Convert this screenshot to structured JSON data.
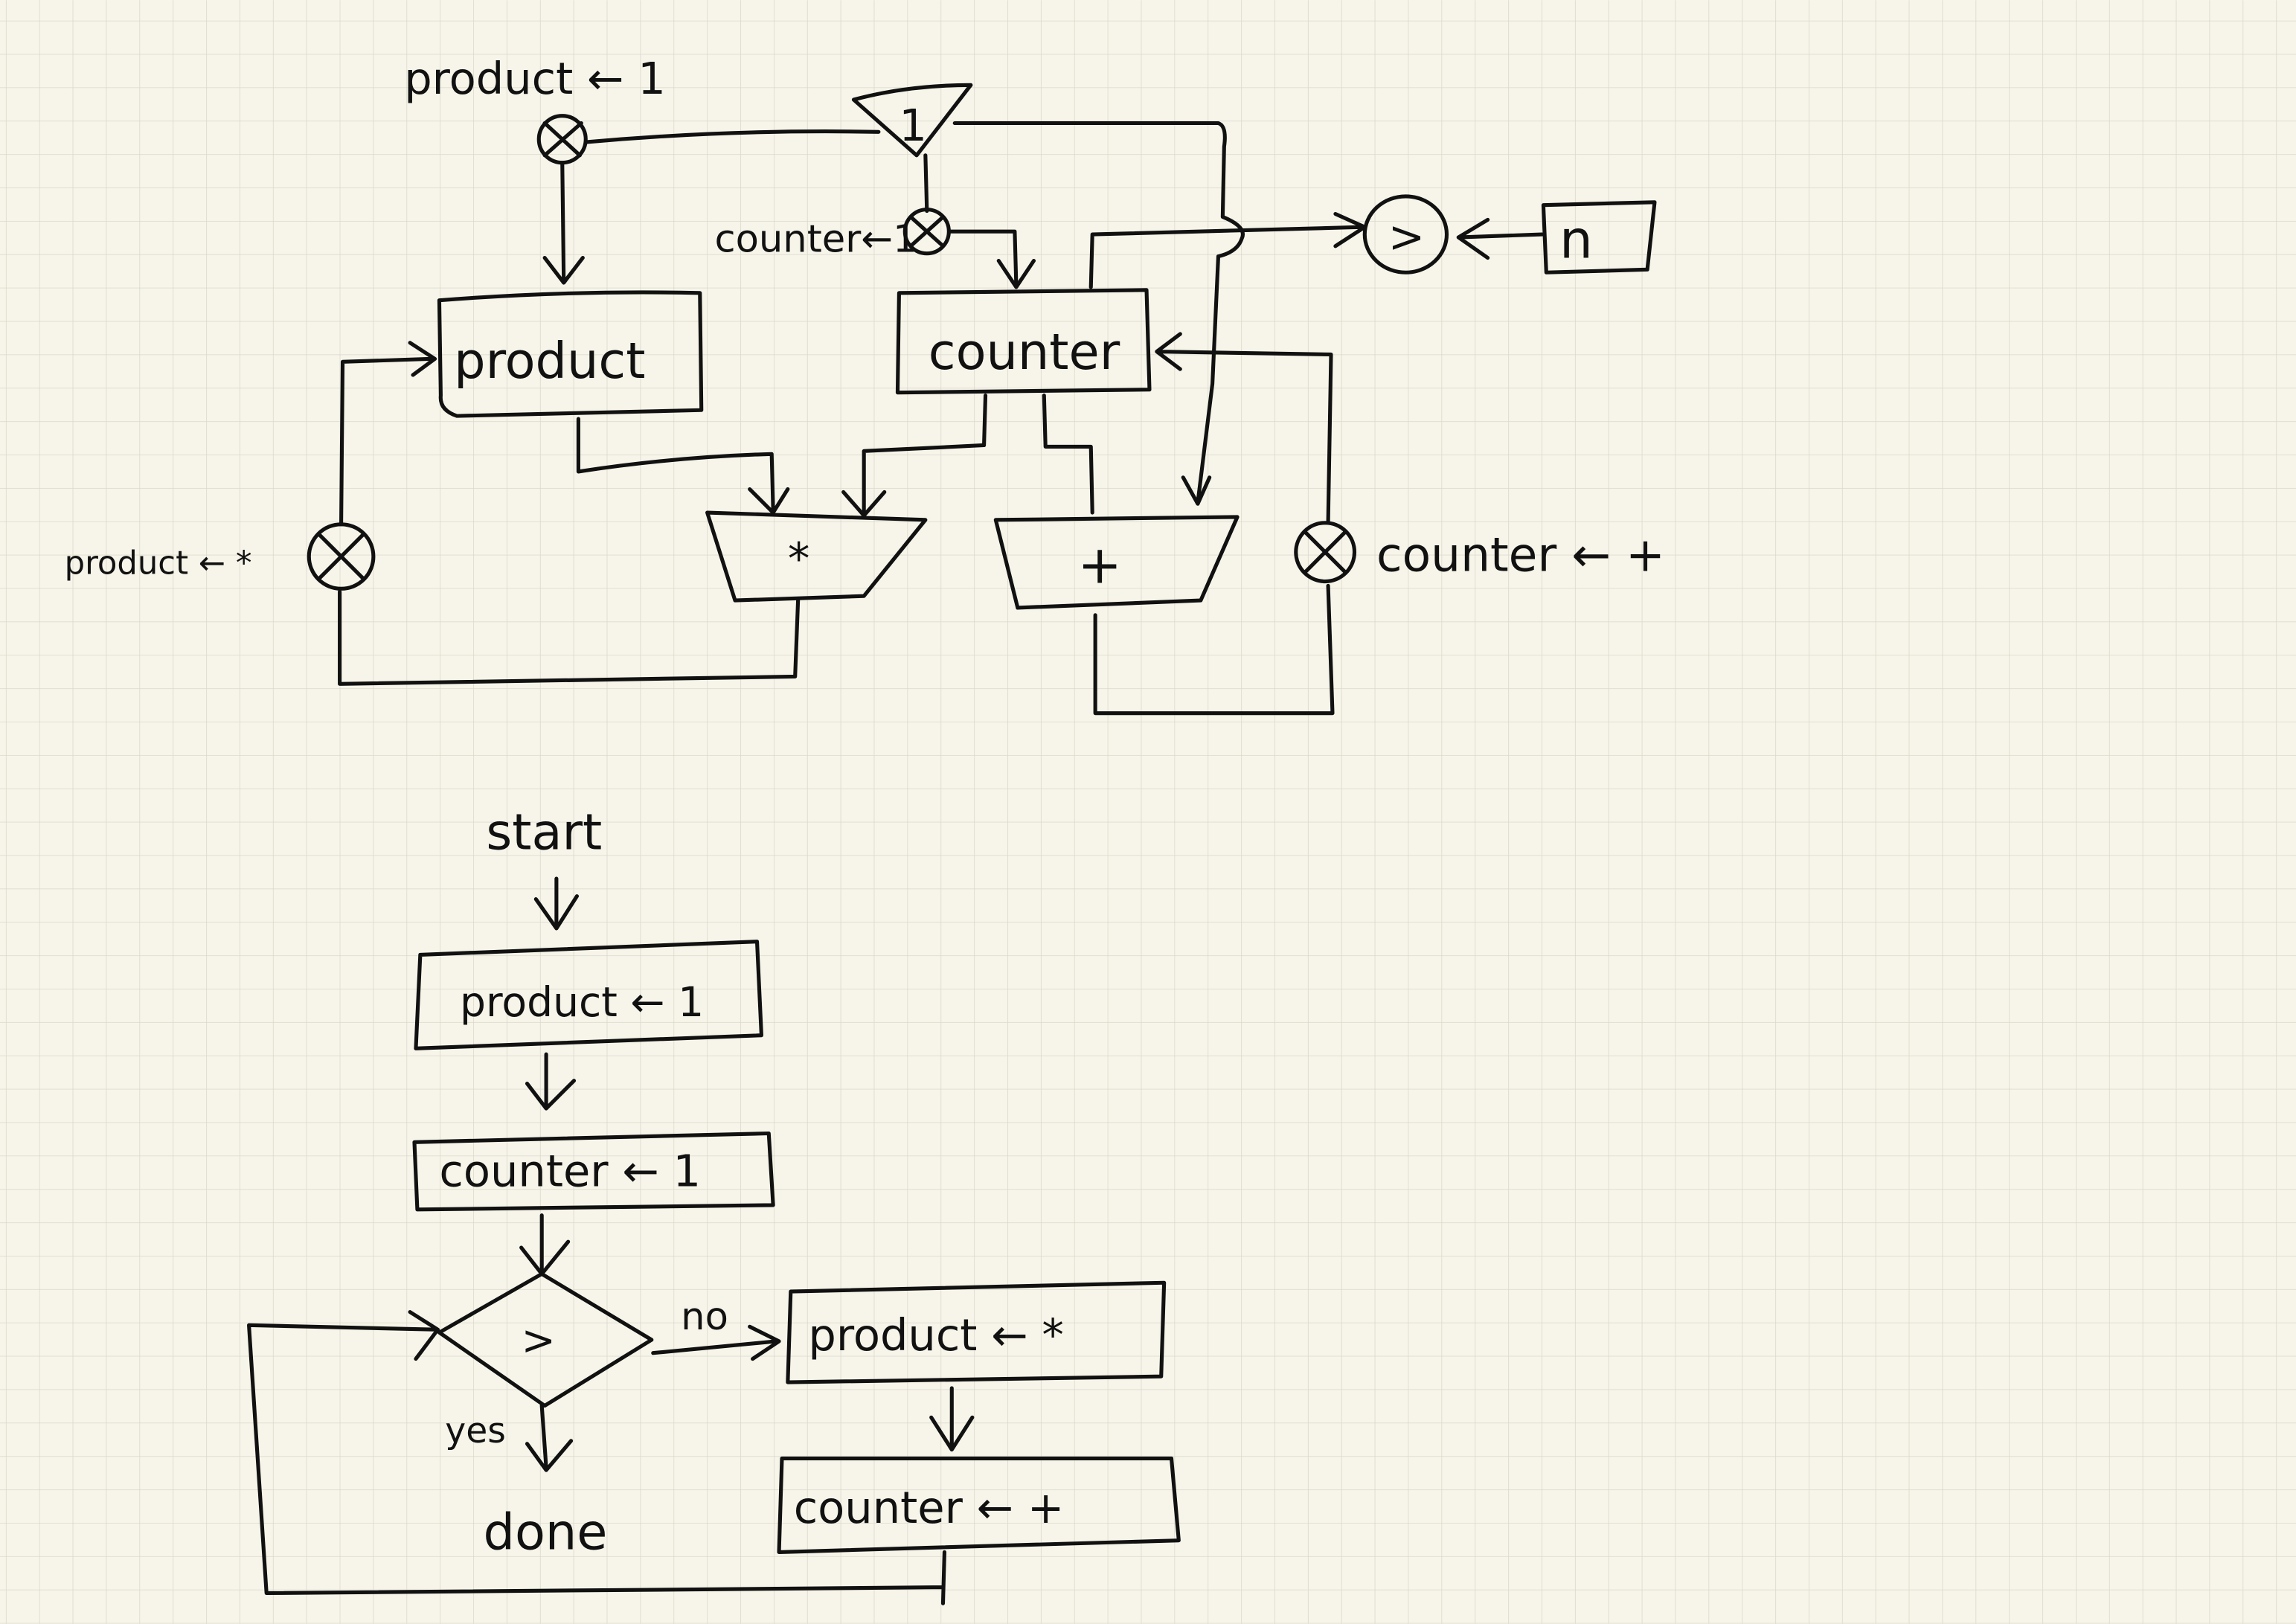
{
  "datapath": {
    "product_init_label": "product ← 1",
    "counter_init_label": "counter←1",
    "constant_one": "1",
    "product_register": "product",
    "counter_register": "counter",
    "compare_op": ">",
    "n_input": "n",
    "multiply_op": "*",
    "add_op": "+",
    "product_update_label": "product ← *",
    "counter_update_label": "counter ← +"
  },
  "flowchart": {
    "start": "start",
    "step_product_init": "product ← 1",
    "step_counter_init": "counter ← 1",
    "decision": ">",
    "no_label": "no",
    "yes_label": "yes",
    "step_product_update": "product ← *",
    "step_counter_update": "counter ← +",
    "done": "done"
  },
  "colors": {
    "background": "#f7f5e9",
    "grid": "#d9d8cb",
    "ink": "#111111"
  }
}
